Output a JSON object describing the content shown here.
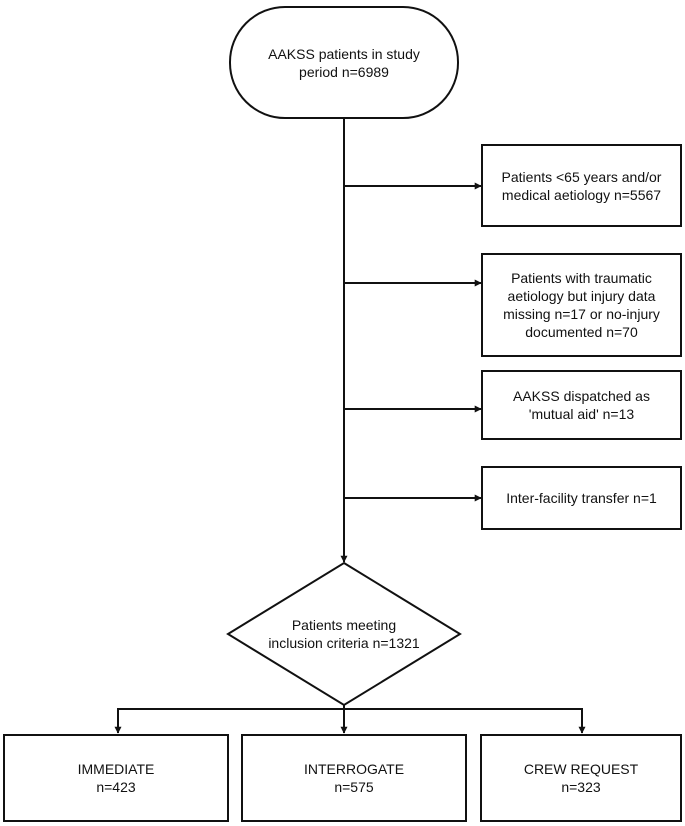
{
  "start": {
    "lines": [
      "AAKSS patients in study",
      "period n=6989"
    ]
  },
  "exclusions": [
    {
      "lines": [
        "Patients <65 years and/or",
        "medical aetiology n=5567"
      ]
    },
    {
      "lines": [
        "Patients with traumatic",
        "aetiology but injury data",
        "missing n=17 or no-injury",
        "documented n=70"
      ]
    },
    {
      "lines": [
        "AAKSS dispatched as",
        "'mutual aid' n=13"
      ]
    },
    {
      "lines": [
        "Inter-facility transfer n=1"
      ]
    }
  ],
  "decision": {
    "lines": [
      "Patients meeting",
      "inclusion criteria n=1321"
    ]
  },
  "outcomes": [
    {
      "lines": [
        "IMMEDIATE",
        "n=423"
      ]
    },
    {
      "lines": [
        "INTERROGATE",
        "n=575"
      ]
    },
    {
      "lines": [
        "CREW REQUEST",
        "n=323"
      ]
    }
  ]
}
